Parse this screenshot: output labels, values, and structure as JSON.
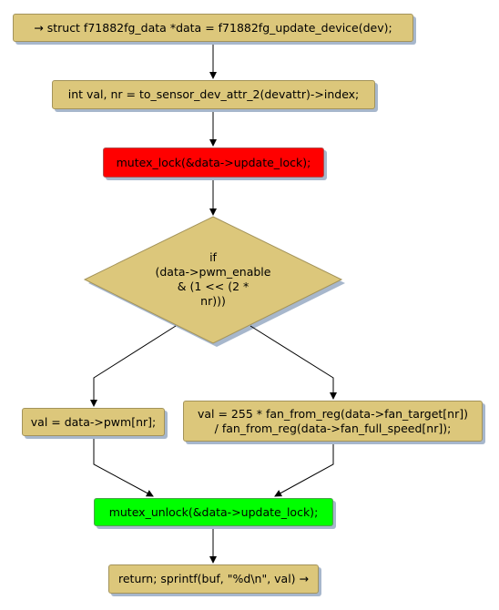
{
  "colors": {
    "node_fill": "#dcc77b",
    "lock_fill": "#ff0000",
    "unlock_fill": "#00ff00",
    "shadow": "#a7b7cc",
    "edge": "#000000"
  },
  "nodes": {
    "start": "→ struct f71882fg_data *data = f71882fg_update_device(dev);",
    "decl": "int val, nr = to_sensor_dev_attr_2(devattr)->index;",
    "lock": "mutex_lock(&data->update_lock);",
    "condition": "if\n(data->pwm_enable\n& (1 << (2 *\nnr)))",
    "then_branch": "val = data->pwm[nr];",
    "else_branch": "val = 255 * fan_from_reg(data->fan_target[nr])\n/ fan_from_reg(data->fan_full_speed[nr]);",
    "unlock": "mutex_unlock(&data->update_lock);",
    "end": "return; sprintf(buf, \"%d\\n\", val) →"
  }
}
